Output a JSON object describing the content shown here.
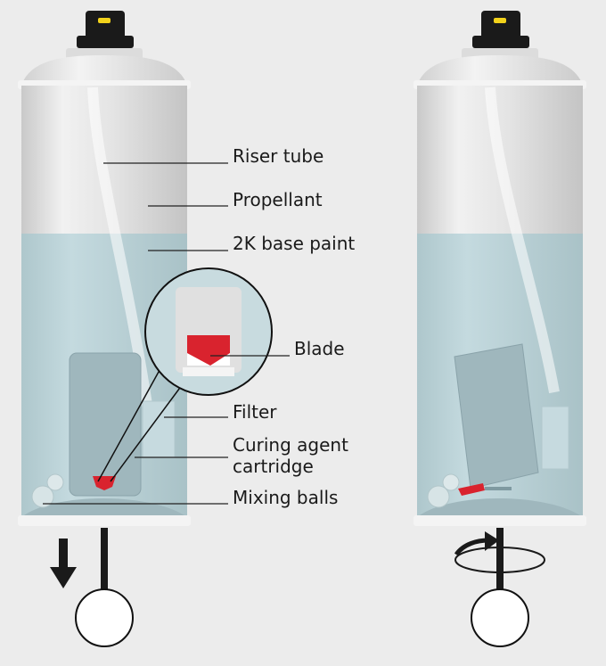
{
  "labels": {
    "riser_tube": "Riser tube",
    "propellant": "Propellant",
    "base_paint": "2K base paint",
    "blade": "Blade",
    "filter": "Filter",
    "curing_line1": "Curing agent",
    "curing_line2": "cartridge",
    "mixing_balls": "Mixing balls"
  },
  "colors": {
    "background": "#ececec",
    "can_silver": "#e3e3e3",
    "paint": "#bcd4d9",
    "cartridge": "#9fb7bd",
    "blade_red": "#d9232e",
    "cap_black": "#1a1a1a",
    "nozzle_yellow": "#f2d21b"
  },
  "icons": {
    "push_down": "arrow-down-icon",
    "rotate": "rotate-arrow-icon",
    "key": "turning-key-icon"
  }
}
